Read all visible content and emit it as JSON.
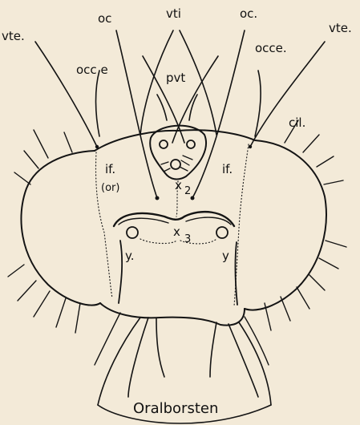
{
  "labels": {
    "oc_left": "oc",
    "vti": "vti",
    "oc_right": "oc.",
    "vte_left": "vte.",
    "vte_right": "vte.",
    "occe_left": "occ e",
    "occe_right": "occe.",
    "pvt": "pvt",
    "cil": "cil.",
    "if_left": "if.",
    "or": "(or)",
    "if_right": "if.",
    "x2": "x",
    "x2_sub": "2",
    "x3": "x",
    "x3_sub": "3",
    "y_left": "y.",
    "y_right": "y",
    "oralborsten": "Oralborsten"
  }
}
